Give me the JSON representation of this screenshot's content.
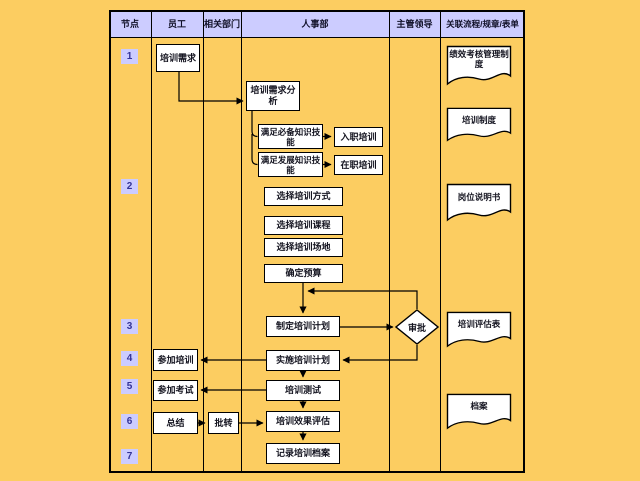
{
  "colors": {
    "background": "#FCCD61",
    "header_bg": "#CCCCFF",
    "node_badge_bg": "#CCCCFF",
    "node_badge_text": "#333399",
    "shape_fill": "#FFFFFF",
    "line": "#000000"
  },
  "header": {
    "col_node": "节点",
    "col_employee": "员工",
    "col_related_dept": "相关部门",
    "col_hr": "人事部",
    "col_supervisor": "主管领导",
    "col_related_docs": "关联流程/规章/表单"
  },
  "node_numbers": [
    "1",
    "2",
    "3",
    "4",
    "5",
    "6",
    "7"
  ],
  "flow": {
    "training_need": "培训需求",
    "need_analysis": "培训需求分析",
    "essential_skills": "满足必备知识技能",
    "induction_training": "入职培训",
    "development_skills": "满足发展知识技能",
    "onjob_training": "在职培训",
    "choose_method": "选择培训方式",
    "choose_course": "选择培训课程",
    "choose_venue": "选择培训场地",
    "set_budget": "确定预算",
    "make_plan": "制定培训计划",
    "approve": "审批",
    "implement_plan": "实施培训计划",
    "attend_training": "参加培训",
    "training_test": "培训测试",
    "take_exam": "参加考试",
    "summary": "总结",
    "forward": "批转",
    "effect_evaluation": "培训效果评估",
    "record_archive": "记录培训档案"
  },
  "documents": {
    "perf_system": "绩效考核管理制度",
    "training_system": "培训制度",
    "job_description": "岗位说明书",
    "evaluation_form": "培训评估表",
    "archive": "档案"
  }
}
